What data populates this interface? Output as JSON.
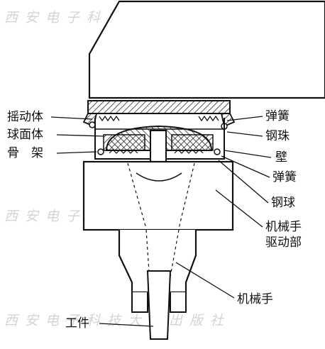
{
  "diagram": {
    "labels": {
      "swing_body": "摇动体",
      "spherical_body": "球面体",
      "frame": "骨　架",
      "spring_top": "弹簧",
      "steel_ball_top": "钢珠",
      "wall": "壁",
      "spring_bottom": "弹簧",
      "steel_ball_bottom": "钢球",
      "drive_line1": "机械手",
      "drive_line2": "驱动部",
      "manipulator": "机械手",
      "workpiece": "工件"
    },
    "watermark": "西安电子科技大学出版社"
  }
}
